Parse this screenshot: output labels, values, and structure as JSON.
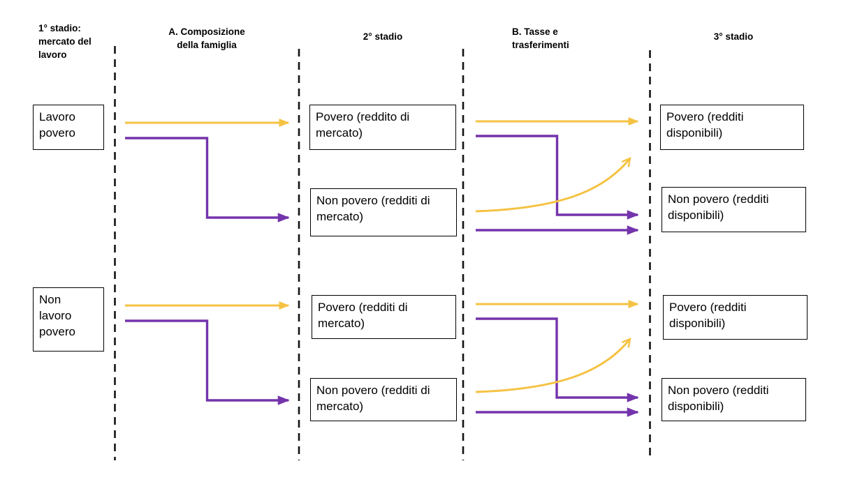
{
  "colors": {
    "poor_flow_yellow": "#F5C243",
    "nonpoor_flow_purple": "#7434AC",
    "box_border": "#000000",
    "divider": "#141414"
  },
  "headers": {
    "stage1": "1° stadio:\nmercato del\nlavoro",
    "composition": "A. Composizione\ndella famiglia",
    "stage2": "2° stadio",
    "taxes": "B. Tasse e\ntrasferimenti",
    "stage3": "3° stadio"
  },
  "stage1_boxes": {
    "labor_poor": "Lavoro\npovero",
    "non_labor_poor": "Non\nlavoro\npovero"
  },
  "stage2_boxes": {
    "top_poor": "Povero (reddito di mercato)",
    "top_non_poor": "Non povero (redditi di mercato)",
    "bottom_poor": "Povero (redditi di mercato)",
    "bottom_non_poor": "Non povero (redditi di mercato)"
  },
  "stage3_boxes": {
    "top_poor": "Povero (redditi disponibili)",
    "top_non_poor": "Non povero (redditi disponibili)",
    "bottom_poor": "Povero (redditi disponibili)",
    "bottom_non_poor": "Non povero (redditi disponibili)"
  }
}
